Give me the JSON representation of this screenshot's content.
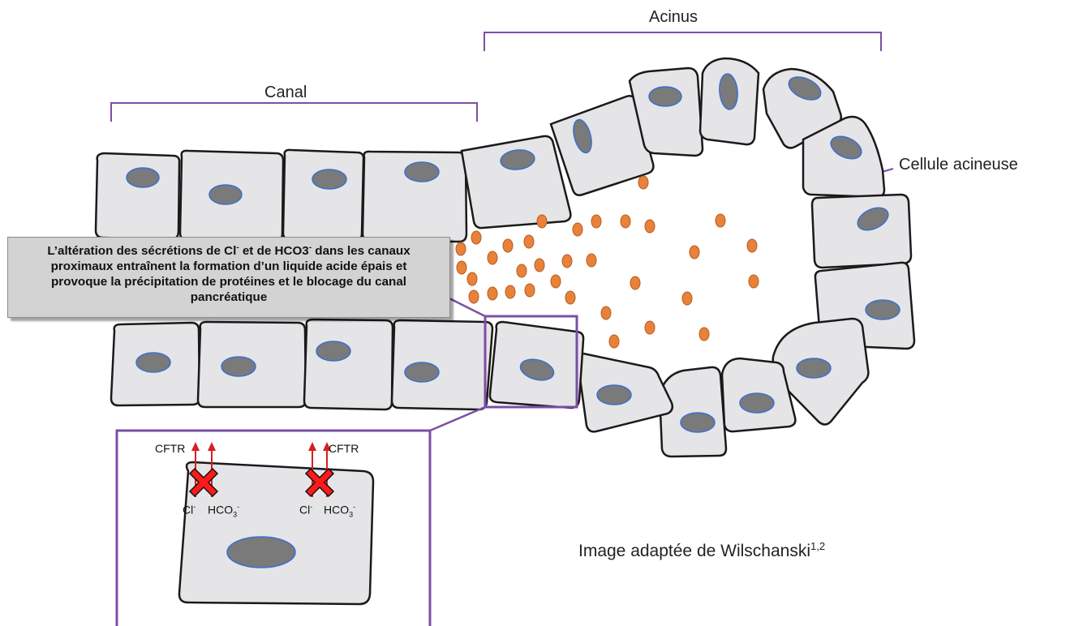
{
  "labels": {
    "acinus": "Acinus",
    "canal": "Canal",
    "cellule_acineuse": "Cellule acineuse",
    "credit_text": "Image adaptée de Wilschanski",
    "credit_refs": "1,2"
  },
  "callout": {
    "line1_a": "L’altération des sécrétions de Cl",
    "line1_sup1": "-",
    "line1_b": " et de HCO3",
    "line1_sup2": "-",
    "line1_c": " dans les canaux",
    "line2": "proximaux entraînent la formation d’un liquide acide épais et",
    "line3": "provoque la précipitation de protéines et le blocage du canal",
    "line4": "pancréatique"
  },
  "inset": {
    "cftr_left": "CFTR",
    "cftr_right": "CFTR",
    "cl_left": "Cl",
    "cl_right": "Cl",
    "cl_charge": "-",
    "hco3_prefix": "HCO",
    "hco3_sub": "3",
    "hco3_charge": "-"
  },
  "colors": {
    "cell_fill": "#e5e5e7",
    "cell_stroke": "#1a1a1a",
    "nucleus_fill": "#7a7a7a",
    "nucleus_stroke": "#3b6fd0",
    "granule_fill": "#e8823a",
    "granule_stroke": "#b85c1e",
    "bracket": "#7b4fa5",
    "cross": "#ff1a1a",
    "arrow": "#d81e1e"
  }
}
